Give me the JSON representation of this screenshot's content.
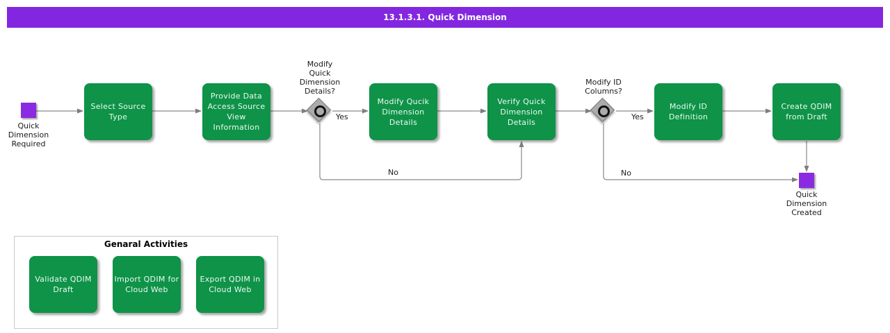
{
  "title": "13.1.3.1. Quick Dimension",
  "colors": {
    "title_bar": "#8227DF",
    "task_fill": "#0E9348",
    "event_fill": "#8A2BE2",
    "gateway_fill": "#ABABAB",
    "connector": "#8a8a8a"
  },
  "flow": {
    "start": {
      "label": "Quick\nDimension\nRequired"
    },
    "tasks": {
      "select_source": {
        "label": "Select Source\nType"
      },
      "provide_data": {
        "label": "Provide Data\nAccess Source\nView\nInformation"
      },
      "modify_qucik": {
        "label": "Modify Qucik\nDimension\nDetails"
      },
      "verify_quick": {
        "label": "Verify Quick\nDimension\nDetails"
      },
      "modify_id": {
        "label": "Modify ID\nDefinition"
      },
      "create_qdim": {
        "label": "Create QDIM\nfrom Draft"
      }
    },
    "gateways": {
      "modify_quick_details": {
        "question": "Modify\nQuick\nDimension\nDetails?",
        "yes": "Yes",
        "no": "No"
      },
      "modify_id_columns": {
        "question": "Modify ID\nColumns?",
        "yes": "Yes",
        "no": "No"
      }
    },
    "end": {
      "label": "Quick\nDimension\nCreated"
    }
  },
  "general": {
    "header": "Genaral Activities",
    "tasks": [
      "Validate QDIM\nDraft",
      "Import QDIM for\nCloud Web",
      "Export QDIM in\nCloud Web"
    ]
  }
}
